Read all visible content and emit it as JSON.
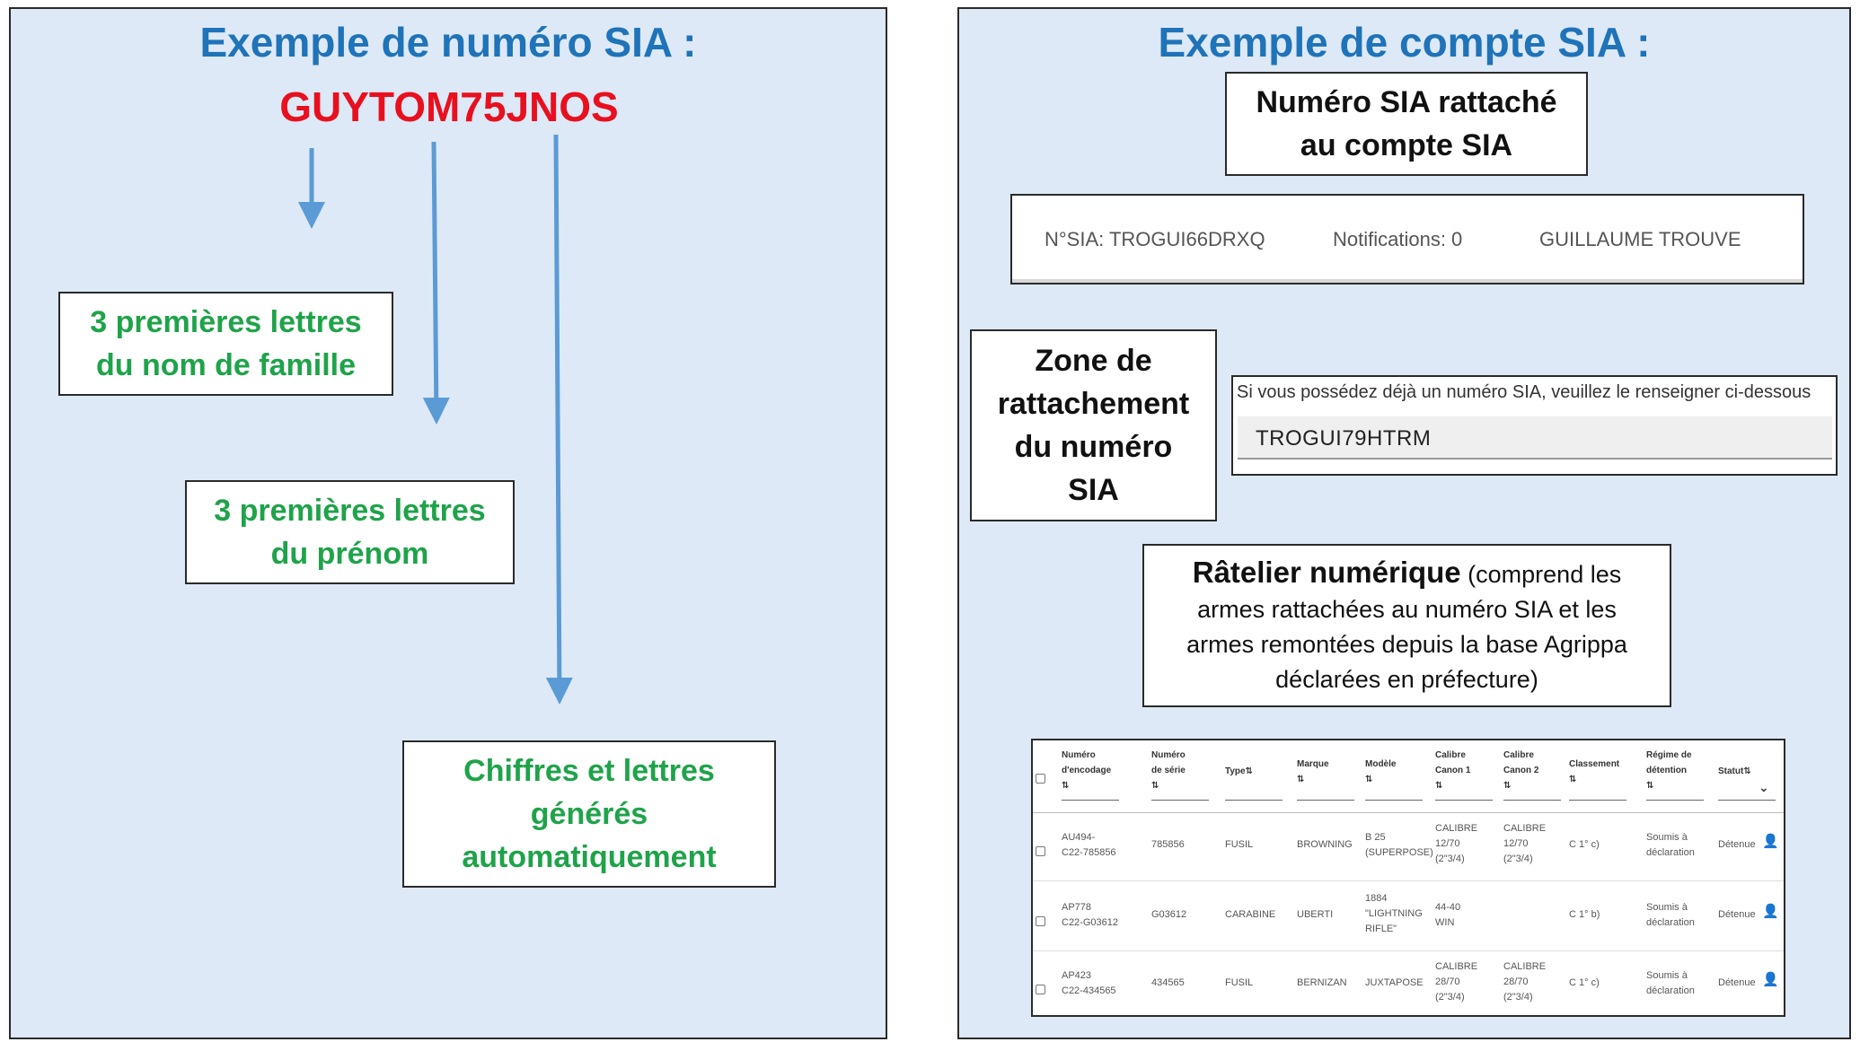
{
  "left": {
    "title": "Exemple de numéro SIA :",
    "code": "GUYTOM75JNOS",
    "box_nom": [
      "3 premières lettres",
      "du nom de famille"
    ],
    "box_prenom": [
      "3 premières lettres",
      "du prénom"
    ],
    "box_auto": [
      "Chiffres et lettres",
      "générés",
      "automatiquement"
    ]
  },
  "right": {
    "title": "Exemple de compte SIA :",
    "box_numero": [
      "Numéro SIA rattaché",
      "au compte SIA"
    ],
    "header": {
      "sia": "N°SIA: TROGUI66DRXQ",
      "notifications": "Notifications: 0",
      "user": "GUILLAUME TROUVE"
    },
    "box_zone": [
      "Zone de",
      "rattachement",
      "du numéro",
      "SIA"
    ],
    "attach": {
      "label": "Si vous possédez déjà un numéro SIA, veuillez le renseigner ci-dessous",
      "value": "TROGUI79HTRM"
    },
    "ratelier": {
      "bold": "Râtelier numérique",
      "line1_rest": " (comprend les",
      "line2": "armes rattachées au numéro SIA et les",
      "line3": "armes remontées depuis la base Agrippa",
      "line4": "déclarées en préfecture)"
    },
    "table": {
      "headers": [
        [
          "Numéro",
          "d'encodage",
          "⇅"
        ],
        [
          "Numéro",
          "de série",
          "⇅"
        ],
        [
          "Type⇅"
        ],
        [
          "Marque",
          "⇅"
        ],
        [
          "Modèle",
          "⇅"
        ],
        [
          "Calibre",
          "Canon 1",
          "⇅"
        ],
        [
          "Calibre",
          "Canon 2",
          "⇅"
        ],
        [
          "Classement",
          "⇅"
        ],
        [
          "Régime de",
          "détention",
          "⇅"
        ],
        [
          "Statut⇅"
        ]
      ],
      "rows": [
        [
          [
            "AU494-",
            "C22-785856"
          ],
          [
            "785856"
          ],
          [
            "FUSIL"
          ],
          [
            "BROWNING"
          ],
          [
            "B 25",
            "(SUPERPOSE)"
          ],
          [
            "CALIBRE",
            "12/70",
            "(2\"3/4)"
          ],
          [
            "CALIBRE",
            "12/70",
            "(2\"3/4)"
          ],
          [
            "C 1° c)"
          ],
          [
            "Soumis à",
            "déclaration"
          ],
          [
            "Détenue"
          ]
        ],
        [
          [
            "AP778",
            "C22-G03612"
          ],
          [
            "G03612"
          ],
          [
            "CARABINE"
          ],
          [
            "UBERTI"
          ],
          [
            "1884",
            "\"LIGHTNING",
            "RIFLE\""
          ],
          [
            "44-40",
            "WIN"
          ],
          [
            ""
          ],
          [
            "C 1° b)"
          ],
          [
            "Soumis à",
            "déclaration"
          ],
          [
            "Détenue"
          ]
        ],
        [
          [
            "AP423",
            "C22-434565"
          ],
          [
            "434565"
          ],
          [
            "FUSIL"
          ],
          [
            "BERNIZAN"
          ],
          [
            "JUXTAPOSE"
          ],
          [
            "CALIBRE",
            "28/70",
            "(2\"3/4)"
          ],
          [
            "CALIBRE",
            "28/70",
            "(2\"3/4)"
          ],
          [
            "C 1° c)"
          ],
          [
            "Soumis à",
            "déclaration"
          ],
          [
            "Détenue"
          ]
        ]
      ]
    }
  },
  "colors": {
    "panel_bg": "#dde9f6",
    "title_blue": "#1f73b8",
    "code_red": "#e8101f",
    "label_green": "#1fa34a",
    "arrow_blue": "#5b9bd5"
  }
}
